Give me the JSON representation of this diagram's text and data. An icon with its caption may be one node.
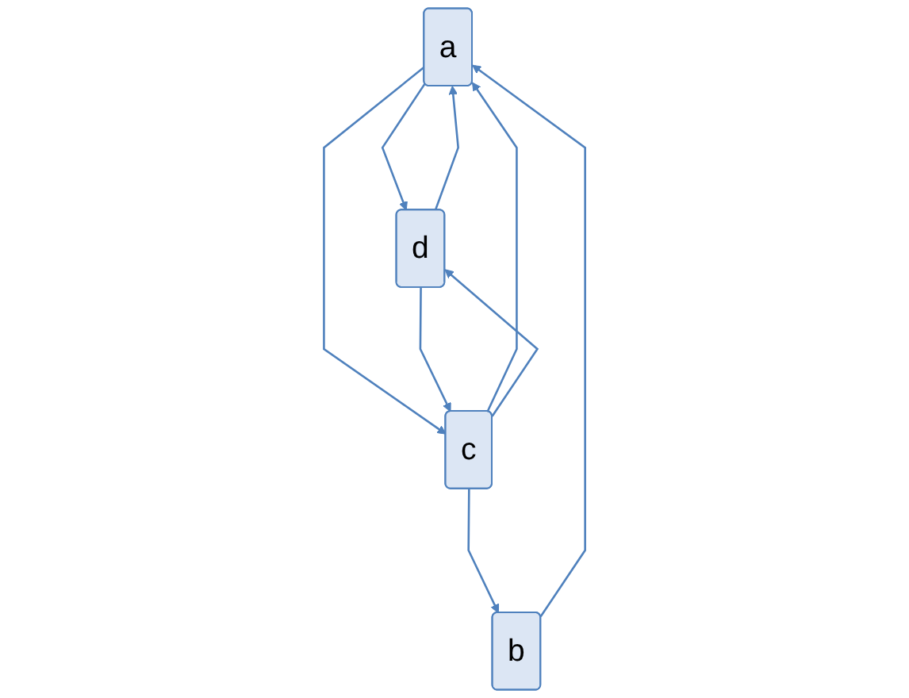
{
  "diagram": {
    "nodes": [
      {
        "text": [
          "a"
        ]
      },
      {
        "text": [
          "b"
        ]
      },
      {
        "text": [
          "d"
        ]
      },
      {
        "text": [
          "c"
        ]
      }
    ],
    "edges": [
      {
        "from": 1,
        "to": 0,
        "arrow": "to"
      },
      {
        "from": 3,
        "to": 1,
        "arrow": "to"
      },
      {
        "from": 0,
        "to": 2,
        "arrow": "to"
      },
      {
        "from": 2,
        "to": 0,
        "arrow": "to"
      },
      {
        "from": 0,
        "to": 3,
        "arrow": "to"
      },
      {
        "from": 3,
        "to": 0,
        "arrow": "to"
      },
      {
        "from": 3,
        "to": 2,
        "arrow": "to"
      },
      {
        "from": 2,
        "to": 3,
        "arrow": "to"
      }
    ]
  }
}
